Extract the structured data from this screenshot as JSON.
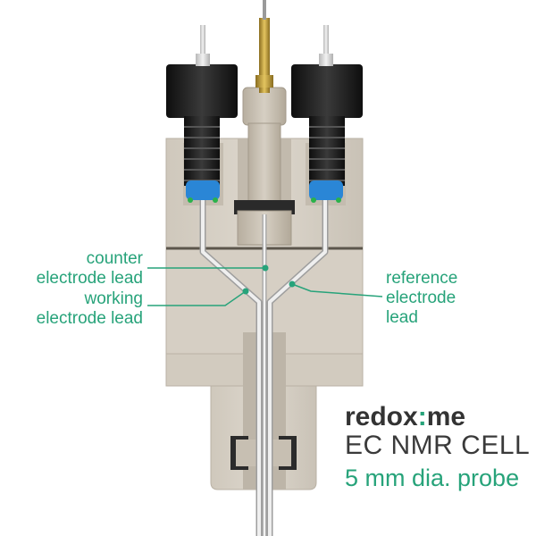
{
  "callouts": {
    "counter": [
      "counter",
      "electrode lead"
    ],
    "working": [
      "working",
      "electrode lead"
    ],
    "reference": [
      "reference",
      "electrode",
      "lead"
    ]
  },
  "brand": {
    "prefix": "redox",
    "separator": ":",
    "suffix": "me"
  },
  "product": {
    "title": "EC NMR CELL",
    "subtitle": "5 mm dia. probe"
  },
  "colors": {
    "accent": "#27a37a",
    "body": "#d8d1c6",
    "knob": "#1a1a1a",
    "oring": "#2a86d6",
    "text_dark": "#333333"
  }
}
